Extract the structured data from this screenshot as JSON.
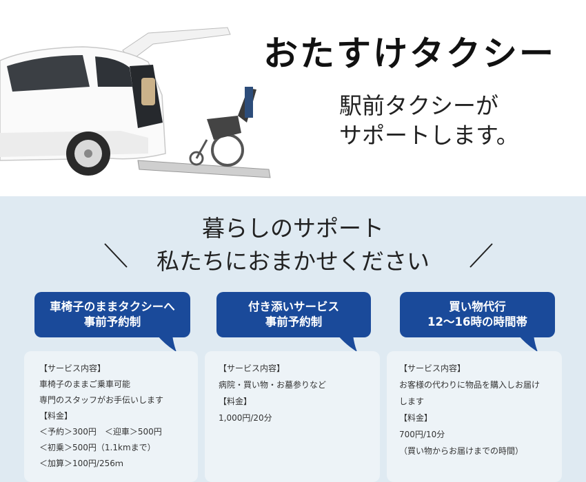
{
  "header": {
    "title": "おたすけタクシー",
    "tagline_line1": "駅前タクシーが",
    "tagline_line2": "サポートします。"
  },
  "section": {
    "heading_line1": "暮らしのサポート",
    "heading_line2": "私たちにおまかせください"
  },
  "services": [
    {
      "title_line1": "車椅子のままタクシーへ",
      "title_line2": "事前予約制",
      "details": [
        "【サービス内容】",
        "車椅子のままご乗車可能",
        "専門のスタッフがお手伝いします",
        "【料金】",
        "＜予約＞300円　＜迎車＞500円",
        "＜初乗＞500円（1.1kmまで）",
        "＜加算＞100円/256ｍ"
      ]
    },
    {
      "title_line1": "付き添いサービス",
      "title_line2": "事前予約制",
      "details": [
        "【サービス内容】",
        "病院・買い物・お墓参りなど",
        "【料金】",
        "1,000円/20分"
      ]
    },
    {
      "title_line1": "買い物代行",
      "title_line2": "12～16時の時間帯",
      "details": [
        "【サービス内容】",
        "お客様の代わりに物品を購入しお届け",
        "します",
        "【料金】",
        "700円/10分",
        "（買い物からお届けまでの時間）"
      ]
    }
  ],
  "colors": {
    "badge_blue": "#1a4a9a",
    "section_bg": "#dfeaf2",
    "card_bg": "#edf3f7"
  },
  "icons": {
    "hero_image": "wheelchair-accessible-van-illustration"
  }
}
